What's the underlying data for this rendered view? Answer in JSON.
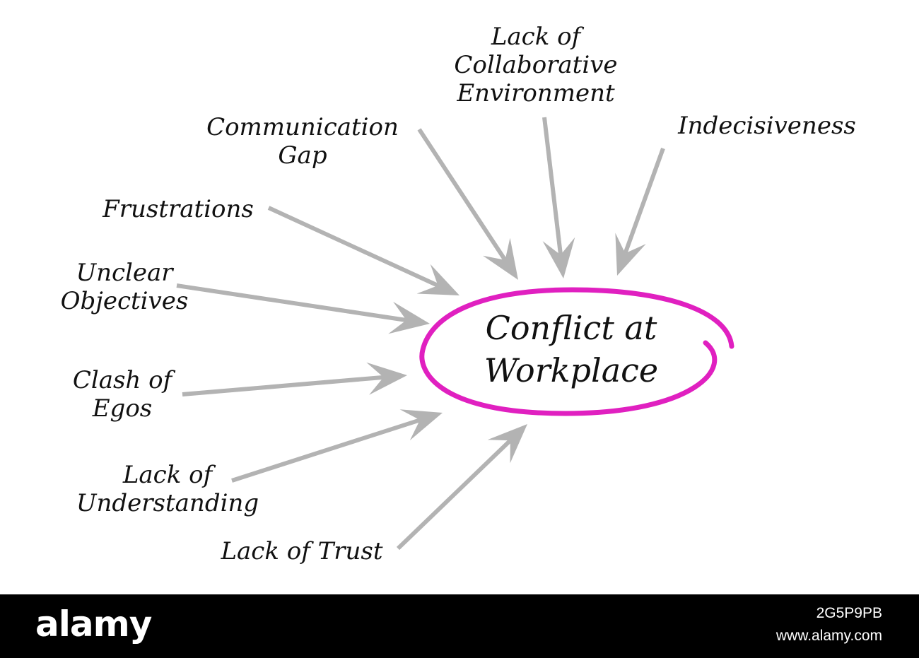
{
  "diagram": {
    "center": "Conflict at Workplace",
    "center_lines": [
      "Conflict at",
      "Workplace"
    ],
    "causes": [
      {
        "name": "Lack of Collaborative Environment",
        "lines": [
          "Lack of",
          "Collaborative",
          "Environment"
        ]
      },
      {
        "name": "Indecisiveness",
        "lines": [
          "Indecisiveness"
        ]
      },
      {
        "name": "Communication Gap",
        "lines": [
          "Communication",
          "Gap"
        ]
      },
      {
        "name": "Frustrations",
        "lines": [
          "Frustrations"
        ]
      },
      {
        "name": "Unclear Objectives",
        "lines": [
          "Unclear",
          "Objectives"
        ]
      },
      {
        "name": "Clash of Egos",
        "lines": [
          "Clash of",
          "Egos"
        ]
      },
      {
        "name": "Lack of Understanding",
        "lines": [
          "Lack of",
          "Understanding"
        ]
      },
      {
        "name": "Lack of Trust",
        "lines": [
          "Lack of Trust"
        ]
      }
    ]
  },
  "colors": {
    "arrow": "#b3b3b3",
    "ellipse": "#e020c0",
    "text": "#111111",
    "background": "#ffffff",
    "footer": "#000000"
  },
  "footer": {
    "brand": "alamy",
    "image_id": "2G5P9PB",
    "url": "www.alamy.com"
  }
}
